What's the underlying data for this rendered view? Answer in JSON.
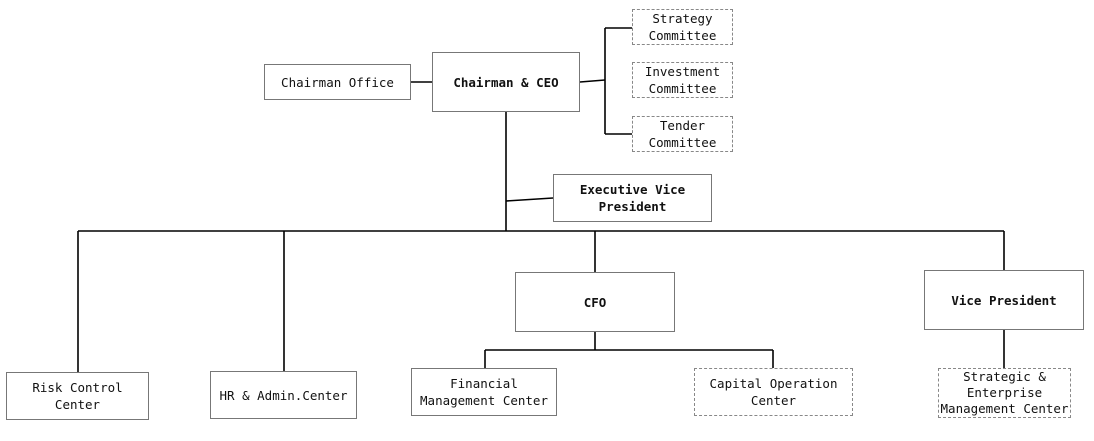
{
  "nodes": {
    "chairman_ceo": "Chairman & CEO",
    "chairman_office": "Chairman Office",
    "strategy_committee": "Strategy\nCommittee",
    "investment_committee": "Investment\nCommittee",
    "tender_committee": "Tender\nCommittee",
    "executive_vice_president": "Executive Vice\nPresident",
    "cfo": "CFO",
    "vice_president": "Vice President",
    "risk_control_center": "Risk Control\nCenter",
    "hr_admin_center": "HR & Admin.Center",
    "financial_management_center": "Financial\nManagement Center",
    "capital_operation_center": "Capital Operation\nCenter",
    "strategic_enterprise_management_center": "Strategic &\nEnterprise\nManagement Center"
  }
}
